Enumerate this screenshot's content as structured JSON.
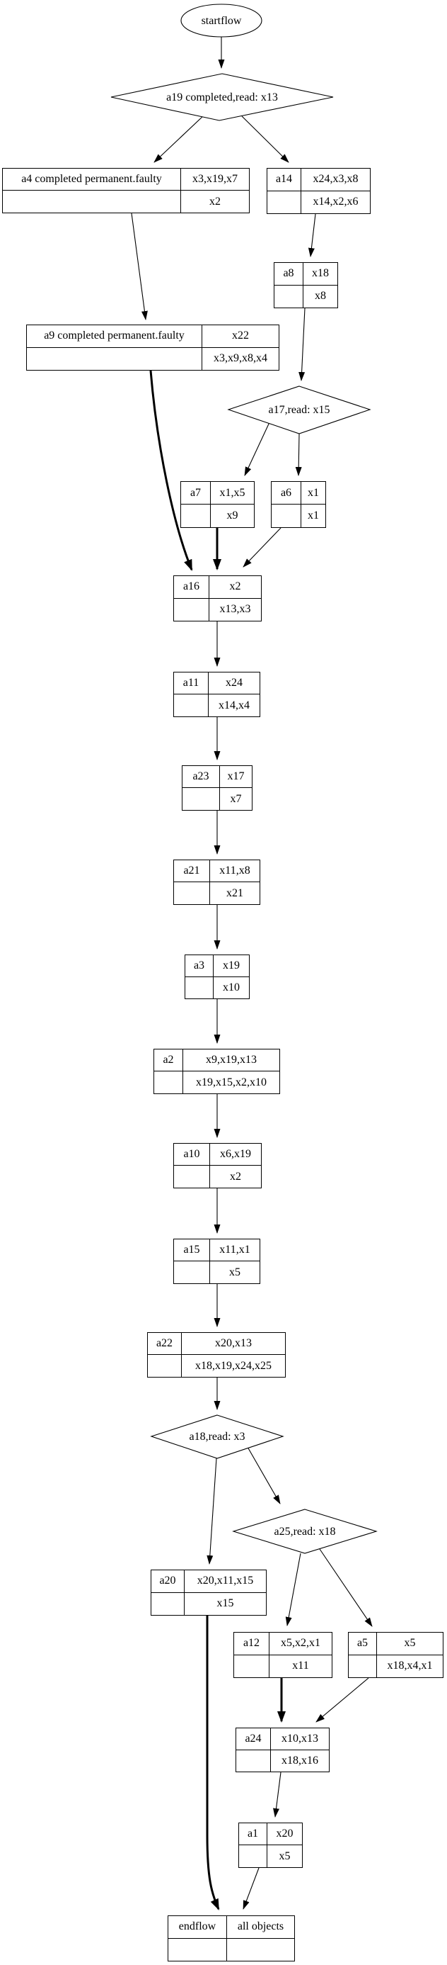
{
  "diagram": {
    "type": "flowchart",
    "colors": {
      "stroke": "#000000",
      "background": "#ffffff",
      "text": "#000000"
    }
  },
  "nodes": {
    "startflow": {
      "label": "startflow",
      "shape": "ellipse"
    },
    "a19": {
      "label": "a19 completed,read: x13",
      "shape": "diamond"
    },
    "a17": {
      "label": "a17,read: x15",
      "shape": "diamond"
    },
    "a18": {
      "label": "a18,read: x3",
      "shape": "diamond"
    },
    "a25": {
      "label": "a25,read: x18",
      "shape": "diamond"
    },
    "a4": {
      "name": "a4 completed permanent.faulty",
      "top": "x3,x19,x7",
      "bottom": "x2"
    },
    "a14": {
      "name": "a14",
      "top": "x24,x3,x8",
      "bottom": "x14,x2,x6"
    },
    "a8": {
      "name": "a8",
      "top": "x18",
      "bottom": "x8"
    },
    "a9": {
      "name": "a9 completed permanent.faulty",
      "top": "x22",
      "bottom": "x3,x9,x8,x4"
    },
    "a7": {
      "name": "a7",
      "top": "x1,x5",
      "bottom": "x9"
    },
    "a6": {
      "name": "a6",
      "top": "x1",
      "bottom": "x1"
    },
    "a16": {
      "name": "a16",
      "top": "x2",
      "bottom": "x13,x3"
    },
    "a11": {
      "name": "a11",
      "top": "x24",
      "bottom": "x14,x4"
    },
    "a23": {
      "name": "a23",
      "top": "x17",
      "bottom": "x7"
    },
    "a21": {
      "name": "a21",
      "top": "x11,x8",
      "bottom": "x21"
    },
    "a3": {
      "name": "a3",
      "top": "x19",
      "bottom": "x10"
    },
    "a2": {
      "name": "a2",
      "top": "x9,x19,x13",
      "bottom": "x19,x15,x2,x10"
    },
    "a10": {
      "name": "a10",
      "top": "x6,x19",
      "bottom": "x2"
    },
    "a15": {
      "name": "a15",
      "top": "x11,x1",
      "bottom": "x5"
    },
    "a22": {
      "name": "a22",
      "top": "x20,x13",
      "bottom": "x18,x19,x24,x25"
    },
    "a20": {
      "name": "a20",
      "top": "x20,x11,x15",
      "bottom": "x15"
    },
    "a12": {
      "name": "a12",
      "top": "x5,x2,x1",
      "bottom": "x11"
    },
    "a5": {
      "name": "a5",
      "top": "x5",
      "bottom": "x18,x4,x1"
    },
    "a24": {
      "name": "a24",
      "top": "x10,x13",
      "bottom": "x18,x16"
    },
    "a1": {
      "name": "a1",
      "top": "x20",
      "bottom": "x5"
    },
    "endflow": {
      "name": "endflow",
      "top": "all objects",
      "bottom": ""
    }
  },
  "edges": [
    {
      "from": "startflow",
      "to": "a19",
      "bold": false
    },
    {
      "from": "a19",
      "to": "a4",
      "bold": false
    },
    {
      "from": "a19",
      "to": "a14",
      "bold": false
    },
    {
      "from": "a4",
      "to": "a9",
      "bold": false
    },
    {
      "from": "a14",
      "to": "a8",
      "bold": false
    },
    {
      "from": "a8",
      "to": "a17",
      "bold": false
    },
    {
      "from": "a17",
      "to": "a7",
      "bold": false
    },
    {
      "from": "a17",
      "to": "a6",
      "bold": false
    },
    {
      "from": "a9",
      "to": "a16",
      "bold": true
    },
    {
      "from": "a7",
      "to": "a16",
      "bold": true
    },
    {
      "from": "a6",
      "to": "a16",
      "bold": false
    },
    {
      "from": "a16",
      "to": "a11",
      "bold": false
    },
    {
      "from": "a11",
      "to": "a23",
      "bold": false
    },
    {
      "from": "a23",
      "to": "a21",
      "bold": false
    },
    {
      "from": "a21",
      "to": "a3",
      "bold": false
    },
    {
      "from": "a3",
      "to": "a2",
      "bold": false
    },
    {
      "from": "a2",
      "to": "a10",
      "bold": false
    },
    {
      "from": "a10",
      "to": "a15",
      "bold": false
    },
    {
      "from": "a15",
      "to": "a22",
      "bold": false
    },
    {
      "from": "a22",
      "to": "a18",
      "bold": false
    },
    {
      "from": "a18",
      "to": "a20",
      "bold": false
    },
    {
      "from": "a18",
      "to": "a25",
      "bold": false
    },
    {
      "from": "a25",
      "to": "a12",
      "bold": false
    },
    {
      "from": "a25",
      "to": "a5",
      "bold": false
    },
    {
      "from": "a12",
      "to": "a24",
      "bold": true
    },
    {
      "from": "a5",
      "to": "a24",
      "bold": false
    },
    {
      "from": "a24",
      "to": "a1",
      "bold": false
    },
    {
      "from": "a1",
      "to": "endflow",
      "bold": false
    },
    {
      "from": "a20",
      "to": "endflow",
      "bold": true
    }
  ]
}
